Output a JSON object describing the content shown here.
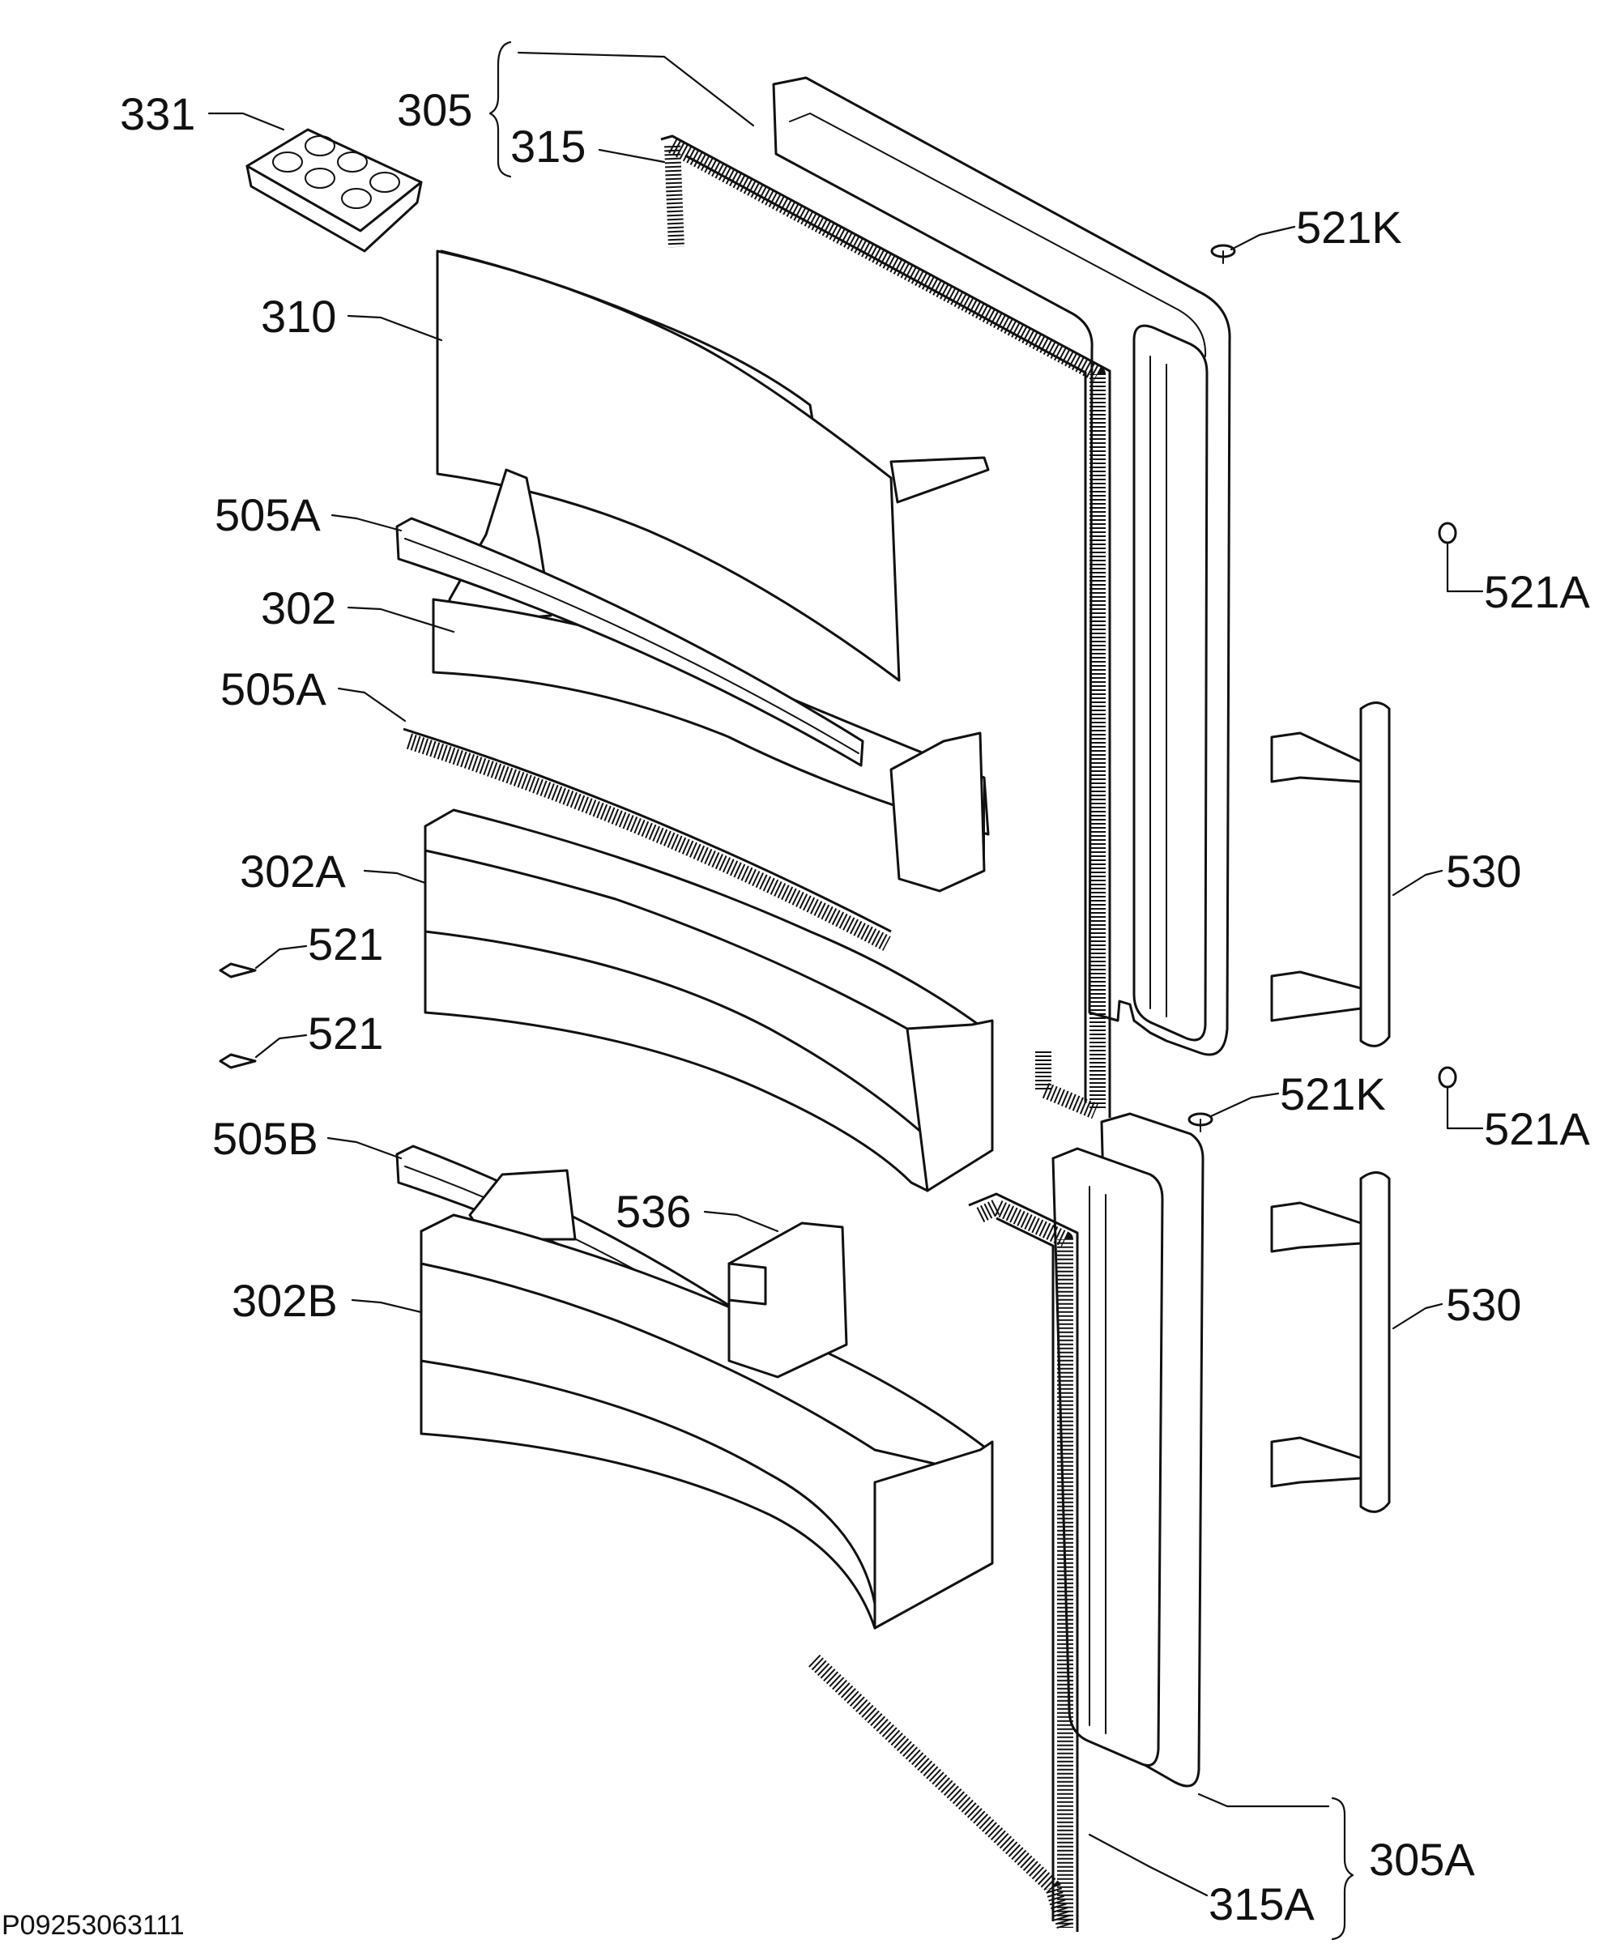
{
  "diagram": {
    "reference": "P09253063111",
    "labels": {
      "l331": "331",
      "l305": "305",
      "l315": "315",
      "l521k_top": "521K",
      "l310": "310",
      "l505a_1": "505A",
      "l521a_1": "521A",
      "l302": "302",
      "l505a_2": "505A",
      "l302a": "302A",
      "l530_1": "530",
      "l521_1": "521",
      "l521_2": "521",
      "l521k_mid": "521K",
      "l521a_2": "521A",
      "l505b": "505B",
      "l536": "536",
      "l302b": "302B",
      "l530_2": "530",
      "l305a": "305A",
      "l315a": "315A"
    }
  }
}
